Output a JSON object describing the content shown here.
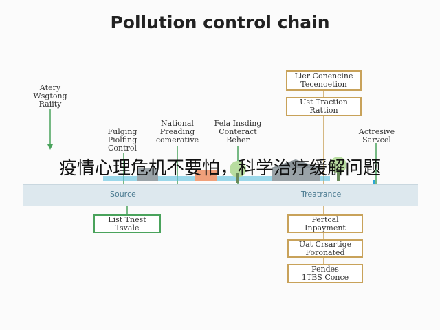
{
  "title": "Pollution control chain",
  "overlay_text": "疫情心理危机不要怕，科学治疗缓解问题",
  "band": {
    "left_label": "Source",
    "right_label": "Treatrance"
  },
  "labels": {
    "top_left": [
      "Atery",
      "Wsgtong",
      "Raiity"
    ],
    "fulging": [
      "Fulging",
      "Piolfing",
      "Control"
    ],
    "national": [
      "National",
      "Preading",
      "comerative"
    ],
    "fela": [
      "Fela Insding",
      "Conteract",
      "Beher"
    ],
    "actresive": [
      "Actresive",
      "Sarvcel"
    ]
  },
  "right_top_boxes": [
    [
      "Lier Conencine",
      "Tecenoetion"
    ],
    [
      "Ust Traction",
      "Rattion"
    ]
  ],
  "left_bottom_box": [
    "List Tnest",
    "Tsvale"
  ],
  "right_bottom_boxes": [
    [
      "Pertcal",
      "Inpayment"
    ],
    [
      "Uat Crsartige",
      "Foronated"
    ],
    [
      "Pendes",
      "1TBS Conce"
    ]
  ],
  "colors": {
    "green": "#4aa35c",
    "gold": "#c8a25a",
    "band": "#dde8ee",
    "water": "#5bc0de"
  }
}
